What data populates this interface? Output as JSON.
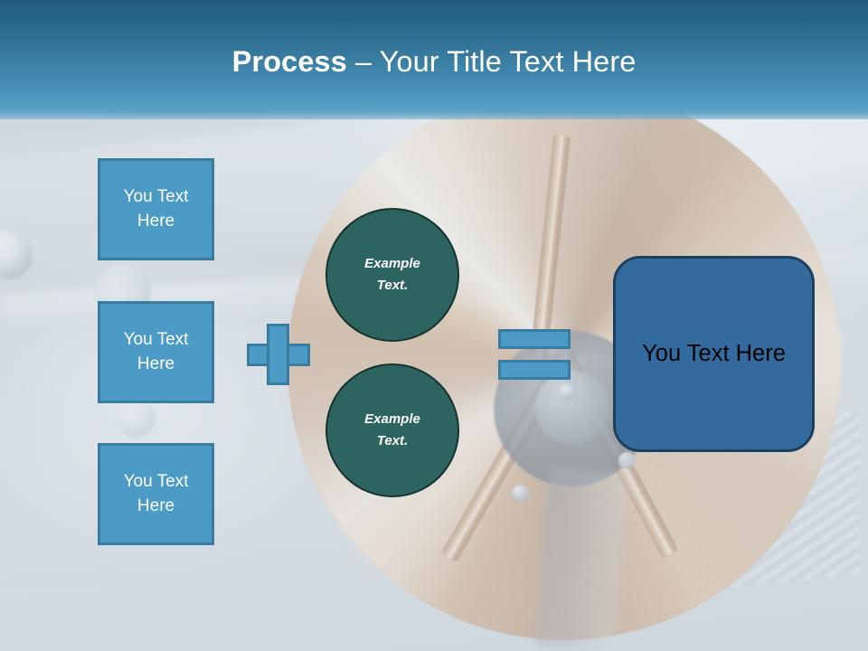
{
  "slide": {
    "header": {
      "title_bold": "Process",
      "title_separator": " – ",
      "title_rest": "Your Title Text Here",
      "background_top_color": "#1f5b7c",
      "background_bottom_color": "#5ba4c8",
      "text_color": "#ffffff"
    },
    "background": {
      "description": "classic car wooden steering wheel and dashboard photo",
      "overlay_tint": "#dde6ec"
    },
    "inputs": {
      "boxes": [
        {
          "line1": "You Text",
          "line2": "Here"
        },
        {
          "line1": "You Text",
          "line2": "Here"
        },
        {
          "line1": "You Text",
          "line2": "Here"
        }
      ],
      "fill_color": "#4b9bc6",
      "border_color": "#3a7ba0",
      "text_color": "#ffffff"
    },
    "operators": {
      "plus": "+",
      "equals": "=",
      "fill_color": "#4b9bc6",
      "border_color": "#3a7ba0"
    },
    "middle": {
      "circles": [
        {
          "line1": "Example",
          "line2": "Text."
        },
        {
          "line1": "Example",
          "line2": "Text."
        }
      ],
      "fill_color": "#2e6460",
      "border_color": "#16322f",
      "text_color": "#ffffff"
    },
    "result": {
      "label": "You Text Here",
      "fill_color": "#336b9e",
      "border_color": "#1c3f5e",
      "text_color": "#000000"
    }
  }
}
